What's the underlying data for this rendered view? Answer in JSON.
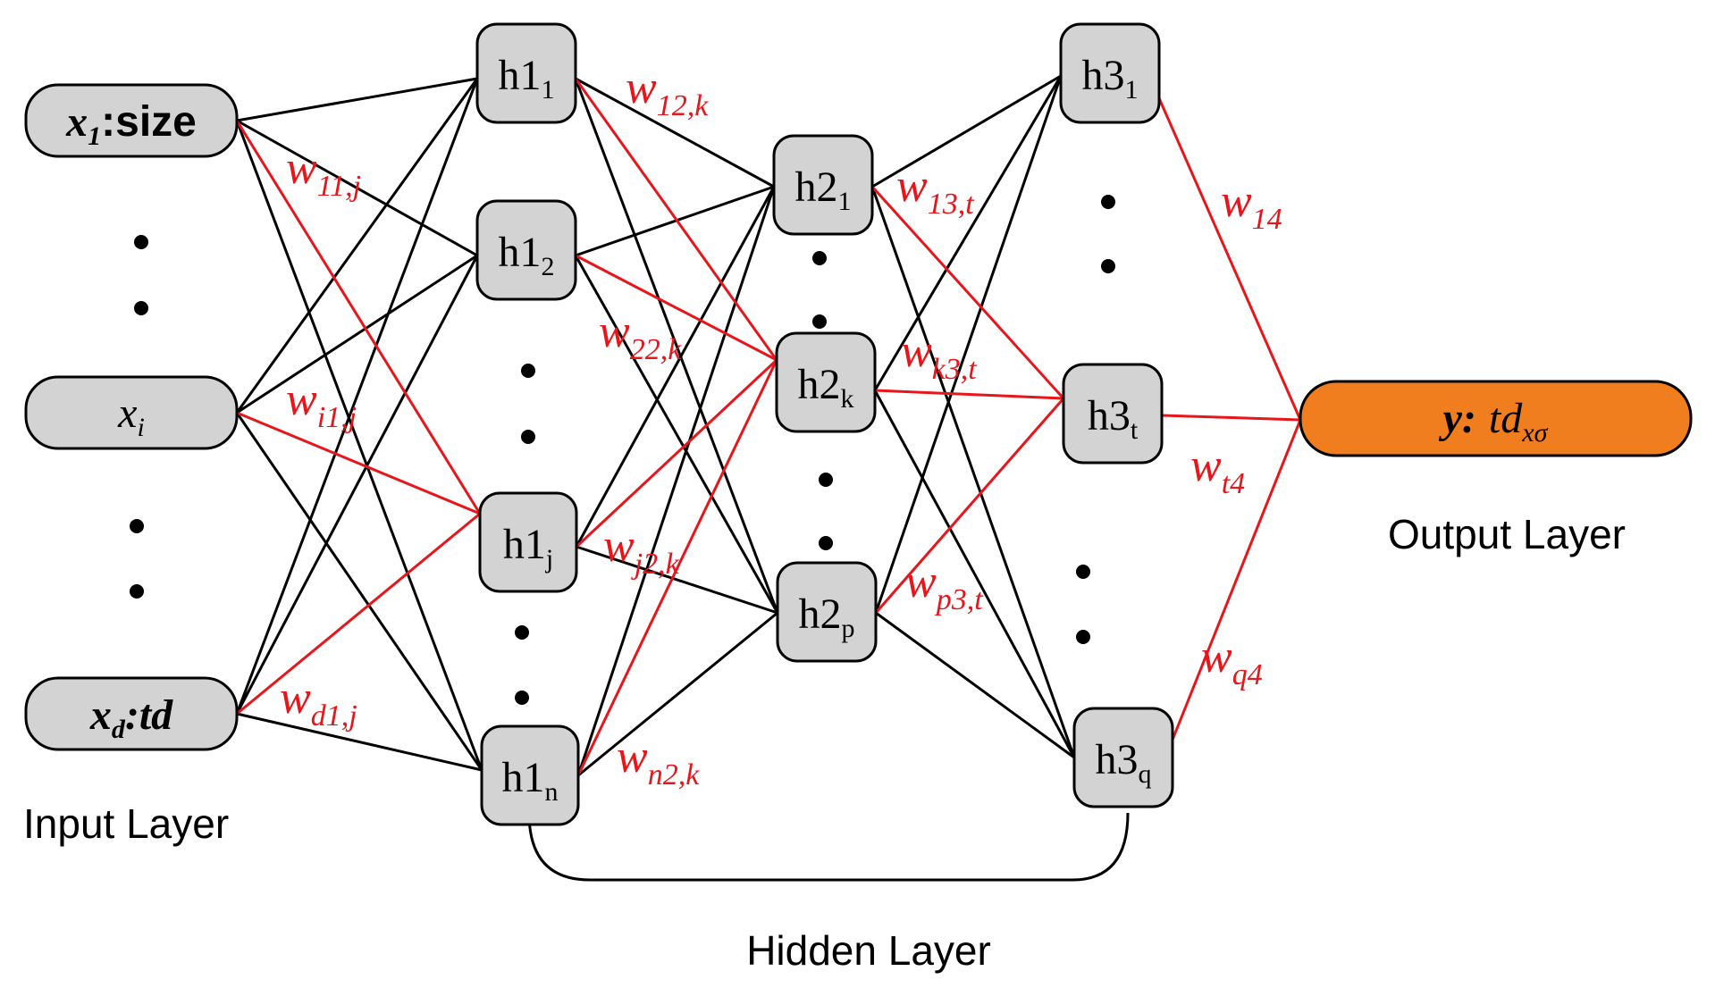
{
  "colors": {
    "node_fill": "#d3d3d3",
    "output_fill": "#f07d1e",
    "black_edge": "#000000",
    "red_edge": "#e8151b",
    "red_text": "#e8151b"
  },
  "input_nodes": [
    {
      "id": "x1",
      "main": "x",
      "sub": "1",
      "suffix": ":size",
      "bold": true
    },
    {
      "id": "xi",
      "main": "x",
      "sub": "i",
      "suffix": "",
      "bold": false
    },
    {
      "id": "xd",
      "main": "x",
      "sub": "d",
      "suffix": ":td",
      "bold": true
    }
  ],
  "hidden1_nodes": [
    {
      "id": "h11",
      "main": "h1",
      "sub": "1"
    },
    {
      "id": "h12",
      "main": "h1",
      "sub": "2"
    },
    {
      "id": "h1j",
      "main": "h1",
      "sub": "j"
    },
    {
      "id": "h1n",
      "main": "h1",
      "sub": "n"
    }
  ],
  "hidden2_nodes": [
    {
      "id": "h21",
      "main": "h2",
      "sub": "1"
    },
    {
      "id": "h2k",
      "main": "h2",
      "sub": "k"
    },
    {
      "id": "h2p",
      "main": "h2",
      "sub": "p"
    }
  ],
  "hidden3_nodes": [
    {
      "id": "h31",
      "main": "h3",
      "sub": "1"
    },
    {
      "id": "h3t",
      "main": "h3",
      "sub": "t"
    },
    {
      "id": "h3q",
      "main": "h3",
      "sub": "q"
    }
  ],
  "output_node": {
    "id": "y",
    "main": "y:",
    "text": "td",
    "sub": "xσ"
  },
  "weights": [
    {
      "id": "w11j",
      "main": "w",
      "sub": "11,j"
    },
    {
      "id": "wi1j",
      "main": "w",
      "sub": "i1,j"
    },
    {
      "id": "wd1j",
      "main": "w",
      "sub": "d1,j"
    },
    {
      "id": "w12k",
      "main": "w",
      "sub": "12,k"
    },
    {
      "id": "w22k",
      "main": "w",
      "sub": "22,k"
    },
    {
      "id": "wj2k",
      "main": "w",
      "sub": "j2,k"
    },
    {
      "id": "wn2k",
      "main": "w",
      "sub": "n2,k"
    },
    {
      "id": "w13t",
      "main": "w",
      "sub": "13,t"
    },
    {
      "id": "wk3t",
      "main": "w",
      "sub": "k3,t"
    },
    {
      "id": "wp3t",
      "main": "w",
      "sub": "p3,t"
    },
    {
      "id": "w14",
      "main": "w",
      "sub": "14"
    },
    {
      "id": "wt4",
      "main": "w",
      "sub": "t4"
    },
    {
      "id": "wq4",
      "main": "w",
      "sub": "q4"
    }
  ],
  "layer_titles": {
    "input": "Input Layer",
    "hidden": "Hidden Layer",
    "output": "Output Layer"
  },
  "edges_black": [
    [
      "x1",
      "h11"
    ],
    [
      "x1",
      "h12"
    ],
    [
      "x1",
      "h1n"
    ],
    [
      "xi",
      "h11"
    ],
    [
      "xi",
      "h12"
    ],
    [
      "xi",
      "h1n"
    ],
    [
      "xd",
      "h11"
    ],
    [
      "xd",
      "h12"
    ],
    [
      "xd",
      "h1n"
    ],
    [
      "h11",
      "h21"
    ],
    [
      "h11",
      "h2p"
    ],
    [
      "h12",
      "h21"
    ],
    [
      "h12",
      "h2p"
    ],
    [
      "h1j",
      "h21"
    ],
    [
      "h1j",
      "h2p"
    ],
    [
      "h1n",
      "h21"
    ],
    [
      "h1n",
      "h2p"
    ],
    [
      "h21",
      "h31"
    ],
    [
      "h21",
      "h3q"
    ],
    [
      "h2k",
      "h31"
    ],
    [
      "h2k",
      "h3q"
    ],
    [
      "h2p",
      "h31"
    ],
    [
      "h2p",
      "h3q"
    ]
  ],
  "edges_red": [
    [
      "x1",
      "h1j"
    ],
    [
      "xi",
      "h1j"
    ],
    [
      "xd",
      "h1j"
    ],
    [
      "h11",
      "h2k"
    ],
    [
      "h12",
      "h2k"
    ],
    [
      "h1j",
      "h2k"
    ],
    [
      "h1n",
      "h2k"
    ],
    [
      "h21",
      "h3t"
    ],
    [
      "h2k",
      "h3t"
    ],
    [
      "h2p",
      "h3t"
    ],
    [
      "h31",
      "y"
    ],
    [
      "h3t",
      "y"
    ],
    [
      "h3q",
      "y"
    ]
  ]
}
